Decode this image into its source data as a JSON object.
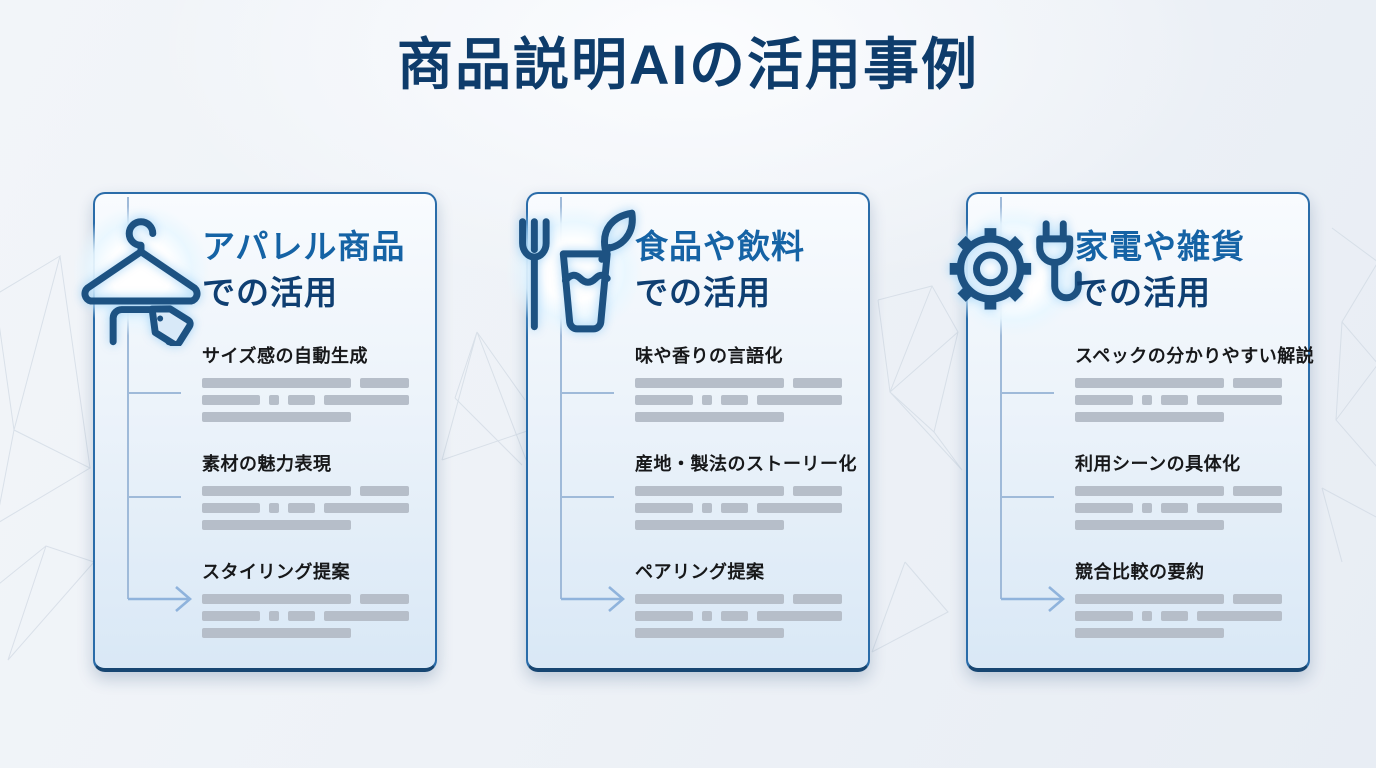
{
  "page": {
    "title": "商品説明AIの活用事例"
  },
  "cards": [
    {
      "id": "apparel",
      "icon": "hanger-tag-icon",
      "title_line1": "アパレル商品",
      "title_line2": "での活用",
      "items": [
        {
          "label": "サイズ感の自動生成"
        },
        {
          "label": "素材の魅力表現"
        },
        {
          "label": "スタイリング提案"
        }
      ]
    },
    {
      "id": "food-beverage",
      "icon": "fork-glass-leaf-icon",
      "title_line1": "食品や飲料",
      "title_line2": "での活用",
      "items": [
        {
          "label": "味や香りの言語化"
        },
        {
          "label": "産地・製法のストーリー化"
        },
        {
          "label": "ペアリング提案"
        }
      ]
    },
    {
      "id": "appliances-goods",
      "icon": "gear-plug-icon",
      "title_line1": "家電や雑貨",
      "title_line2": "での活用",
      "items": [
        {
          "label": "スペックの分かりやすい解説"
        },
        {
          "label": "利用シーンの具体化"
        },
        {
          "label": "競合比較の要約"
        }
      ]
    }
  ],
  "colors": {
    "page_title": "#0e3c6b",
    "card_border": "#2a6ca9",
    "header_line1": "#1563a5",
    "header_line2": "#0f3f72",
    "item_title": "#17181a",
    "skeleton_bar": "#b6bec9",
    "connector_line": "#9fbad9",
    "arrow": "#8fb3dc",
    "icon_stroke": "#1d5282"
  }
}
